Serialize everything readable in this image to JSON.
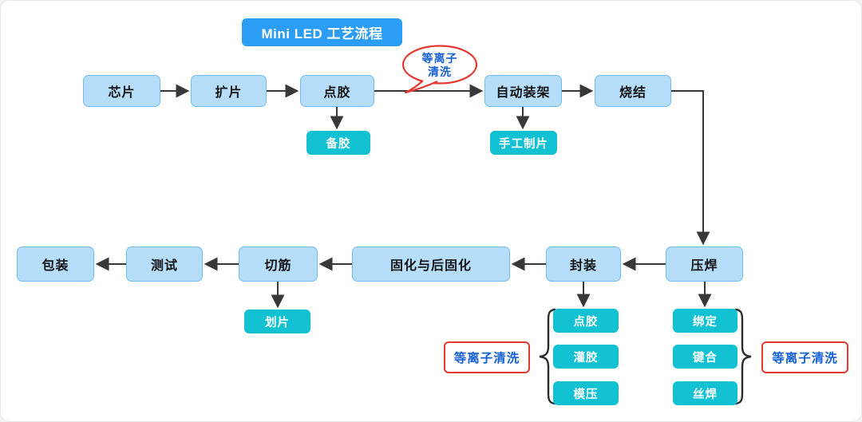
{
  "title": "Mini LED 工艺流程",
  "nodes": {
    "chip": "芯片",
    "expand_film": "扩片",
    "dispense_glue": "点胶",
    "auto_mount": "自动装架",
    "sinter": "烧结",
    "press_weld": "压焊",
    "encapsulate": "封装",
    "cure_post_cure": "固化与后固化",
    "trim": "切筋",
    "test": "测试",
    "pack": "包装"
  },
  "sub_nodes": {
    "prepare_glue": "备胶",
    "manual_wafer": "手工制片",
    "scribe": "划片",
    "enc_dispense": "点胶",
    "enc_fill_glue": "灌胶",
    "enc_mold": "模压",
    "bind": "绑定",
    "bond": "键合",
    "wire_weld": "丝焊"
  },
  "callout": {
    "line1": "等离子",
    "line2": "清洗"
  },
  "labels": {
    "plasma_left": "等离子清洗",
    "plasma_right": "等离子清洗"
  },
  "colors": {
    "title_bg": "#2b9df4",
    "node_fill": "#b6defa",
    "node_border": "#6fbcf2",
    "sub_node_fill": "#12c1d2",
    "callout_border": "#e23a30",
    "callout_text": "#155fd4",
    "arrow": "#383838"
  }
}
